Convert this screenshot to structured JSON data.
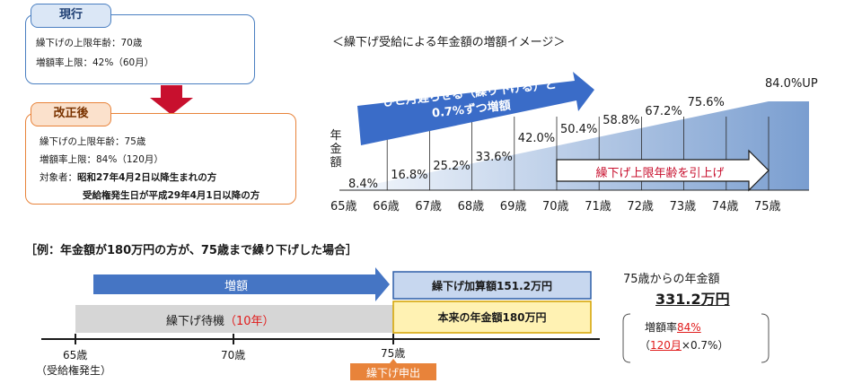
{
  "current": {
    "tab": "現行",
    "lines": [
      "繰下げの上限年齢：70歳",
      "増額率上限：42%（60月）"
    ]
  },
  "revised": {
    "tab": "改正後",
    "lines": [
      "繰下げの上限年齢：75歳",
      "増額率上限：84%（120月）"
    ],
    "target_label": "対象者：",
    "target_1": "昭和27年4月2日以降生まれの方",
    "target_2": "受給権発生日が平成29年4月1日以降の方"
  },
  "chart": {
    "title": "＜繰下げ受給による年金額の増額イメージ＞",
    "ylabel": [
      "年",
      "金",
      "額"
    ],
    "arrow_text_1": "ひと月遅らせる（繰り下げる）と",
    "arrow_text_2": "0.7%ずつ増額",
    "limit_arrow_text": "繰下げ上限年齢を引上げ",
    "colors": {
      "blue_arrow": "#3a6cc8",
      "area_dark": "#7a9ed0",
      "area_light": "#e9eff8"
    }
  },
  "chart_data": {
    "type": "area",
    "x": [
      "65歳",
      "66歳",
      "67歳",
      "68歳",
      "69歳",
      "70歳",
      "71歳",
      "72歳",
      "73歳",
      "74歳",
      "75歳"
    ],
    "labels": [
      "8.4%",
      "16.8%",
      "25.2%",
      "33.6%",
      "42.0%",
      "50.4%",
      "58.8%",
      "67.2%",
      "75.6%",
      "84.0%UP"
    ],
    "values": [
      0,
      8.4,
      16.8,
      25.2,
      33.6,
      42.0,
      50.4,
      58.8,
      67.2,
      75.6,
      84.0
    ]
  },
  "example": {
    "title": "［例：年金額が180万円の方が、75歳まで繰り下げした場合］",
    "zougaku": "増額",
    "waiting_prefix": "繰下げ待機",
    "waiting_years": "（10年）",
    "add_amount": "繰下げ加算額151.2万円",
    "base_amount": "本来の年金額180万円",
    "timeline_65": "65歳",
    "timeline_65_note": "（受給権発生）",
    "timeline_70": "70歳",
    "timeline_75": "75歳",
    "request_label": "繰下げ申出",
    "from75_label": "75歳からの年金額",
    "total": "331.2万円",
    "rate_prefix": "増額率",
    "rate_value": "84%",
    "paren_open": "（",
    "months": "120月",
    "rate_suffix": "×0.7%）"
  }
}
